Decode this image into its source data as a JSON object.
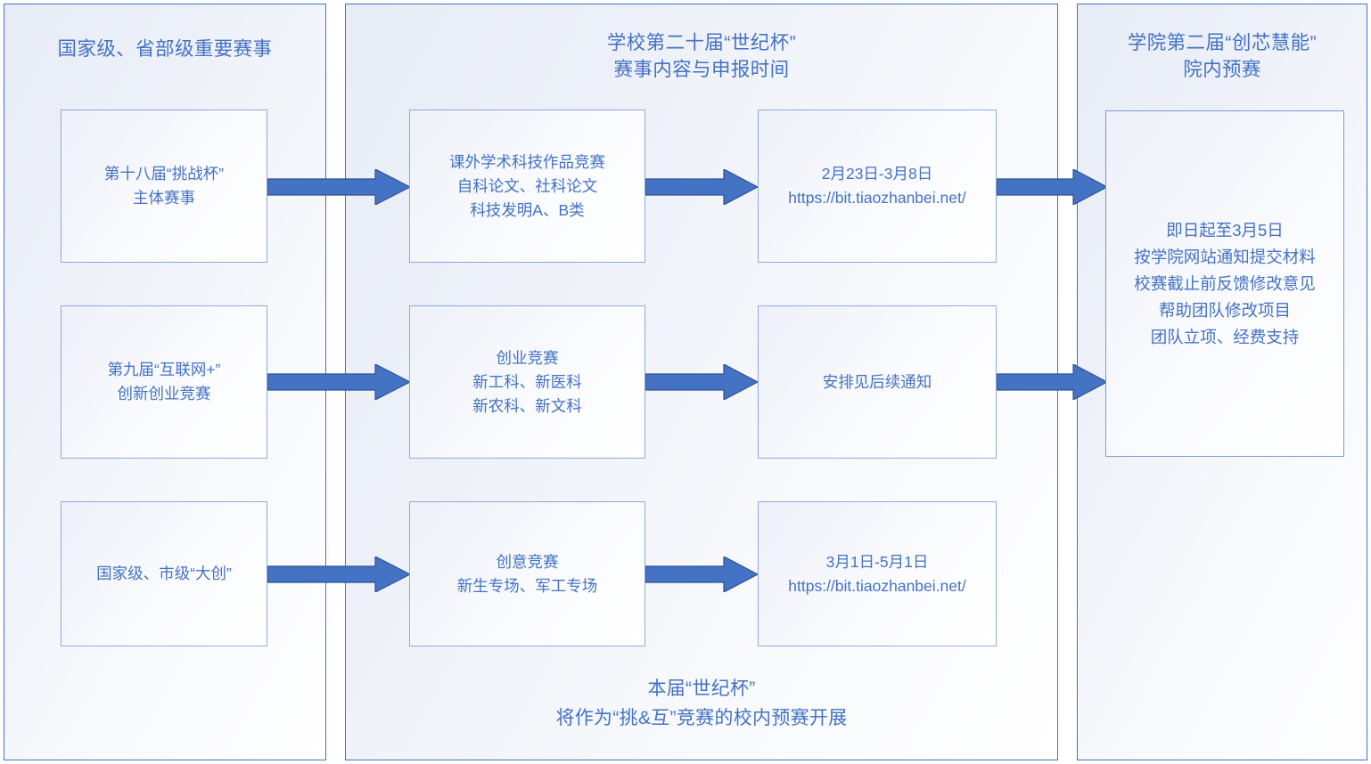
{
  "theme": {
    "panel_border": "#4472C4",
    "box_border": "#8FAADC",
    "text_blue": "#4472C4",
    "arrow_fill": "#4472C4",
    "arrow_stroke": "#2F528F",
    "background": "#FFFFFF"
  },
  "columns": [
    {
      "id": "national-provincial",
      "title": "国家级、省部级重要赛事"
    },
    {
      "id": "school-century-cup",
      "title": "学校第二十届“世纪杯”\n赛事内容与申报时间"
    },
    {
      "id": "college-preliminary",
      "title": "学院第二届“创芯慧能”\n院内预赛"
    }
  ],
  "rows": [
    {
      "source": "第十八届“挑战杯”\n主体赛事",
      "content": "课外学术科技作品竞赛\n自科论文、社科论文\n科技发明A、B类",
      "schedule": "2月23日-3月8日\nhttps://bit.tiaozhanbei.net/"
    },
    {
      "source": "第九届“互联网+”\n创新创业竞赛",
      "content": "创业竞赛\n新工科、新医科\n新农科、新文科",
      "schedule": "安排见后续通知"
    },
    {
      "source": "国家级、市级“大创”",
      "content": "创意竞赛\n新生专场、军工专场",
      "schedule": "3月1日-5月1日\nhttps://bit.tiaozhanbei.net/"
    }
  ],
  "outcome": {
    "text": "即日起至3月5日\n按学院网站通知提交材料\n校赛截止前反馈修改意见\n帮助团队修改项目\n团队立项、经费支持"
  },
  "footnote": {
    "text": "本届“世纪杯”\n将作为“挑&互”竞赛的校内预赛开展"
  },
  "arrows": [
    {
      "name": "arrow-r1-source-to-content"
    },
    {
      "name": "arrow-r1-content-to-schedule"
    },
    {
      "name": "arrow-r1-schedule-to-outcome"
    },
    {
      "name": "arrow-r2-source-to-content"
    },
    {
      "name": "arrow-r2-content-to-schedule"
    },
    {
      "name": "arrow-r2-schedule-to-outcome"
    },
    {
      "name": "arrow-r3-source-to-content"
    },
    {
      "name": "arrow-r3-content-to-schedule"
    }
  ]
}
